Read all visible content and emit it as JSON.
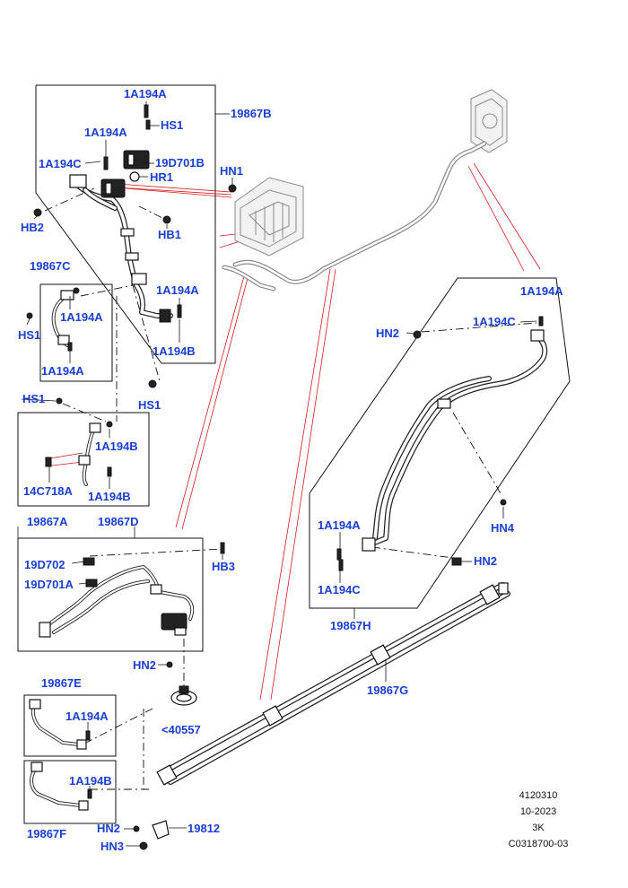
{
  "labels": {
    "b_top1": "1A194A",
    "b_hs1": "HS1",
    "b_19867b": "19867B",
    "b_1a194a_2": "1A194A",
    "b_1a194c": "1A194C",
    "b_19d701b": "19D701B",
    "b_hr1": "HR1",
    "b_hn1": "HN1",
    "b_hb2": "HB2",
    "b_hb1": "HB1",
    "b_1a194a_3": "1A194A",
    "b_1a194b": "1A194B",
    "c_19867c": "19867C",
    "c_hs1": "HS1",
    "c_1a194a_1": "1A194A",
    "c_1a194a_2": "1A194A",
    "hs1_mid": "HS1",
    "d_hs1": "HS1",
    "d_1a194b_1": "1A194B",
    "d_14c718a": "14C718A",
    "d_1a194b_2": "1A194B",
    "d_19867a": "19867A",
    "d_19867d": "19867D",
    "a_19d702": "19D702",
    "a_19d701a": "19D701A",
    "a_hb3": "HB3",
    "hn2_left": "HN2",
    "p_40557": "<40557",
    "e_19867e": "19867E",
    "e_1a194a": "1A194A",
    "f_1a194b": "1A194B",
    "f_19867f": "19867F",
    "hn2_bottom": "HN2",
    "hn3_bottom": "HN3",
    "p_19812": "19812",
    "g_19867g": "19867G",
    "h_1a194a": "1A194A",
    "h_hn2": "HN2",
    "h_1a194c": "1A194C",
    "h_hn4": "HN4",
    "h_1a194a_2": "1A194A",
    "h_hn2_2": "HN2",
    "h_1a194c_2": "1A194C",
    "h_19867h": "19867H"
  },
  "footer": {
    "line1": "4120310",
    "line2": "10-2023",
    "line3": "3K",
    "line4": "C0318700-03"
  },
  "colors": {
    "label": "#1a3fd6",
    "leader_red": "#d81a1a",
    "line": "#111111"
  }
}
